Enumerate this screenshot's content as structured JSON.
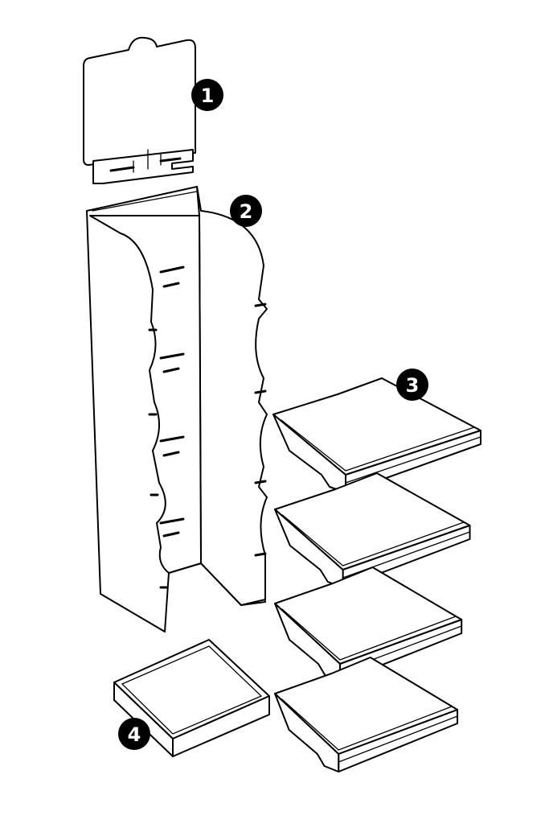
{
  "diagram": {
    "type": "exploded-assembly",
    "parts": [
      {
        "callout": "1",
        "part": "header-panel"
      },
      {
        "callout": "2",
        "part": "main-frame"
      },
      {
        "callout": "3",
        "part": "shelves",
        "count": 4
      },
      {
        "callout": "4",
        "part": "base-tray"
      }
    ],
    "colors": {
      "line": "#000000",
      "background": "#ffffff",
      "callout_fill": "#000000",
      "callout_text": "#ffffff"
    }
  }
}
